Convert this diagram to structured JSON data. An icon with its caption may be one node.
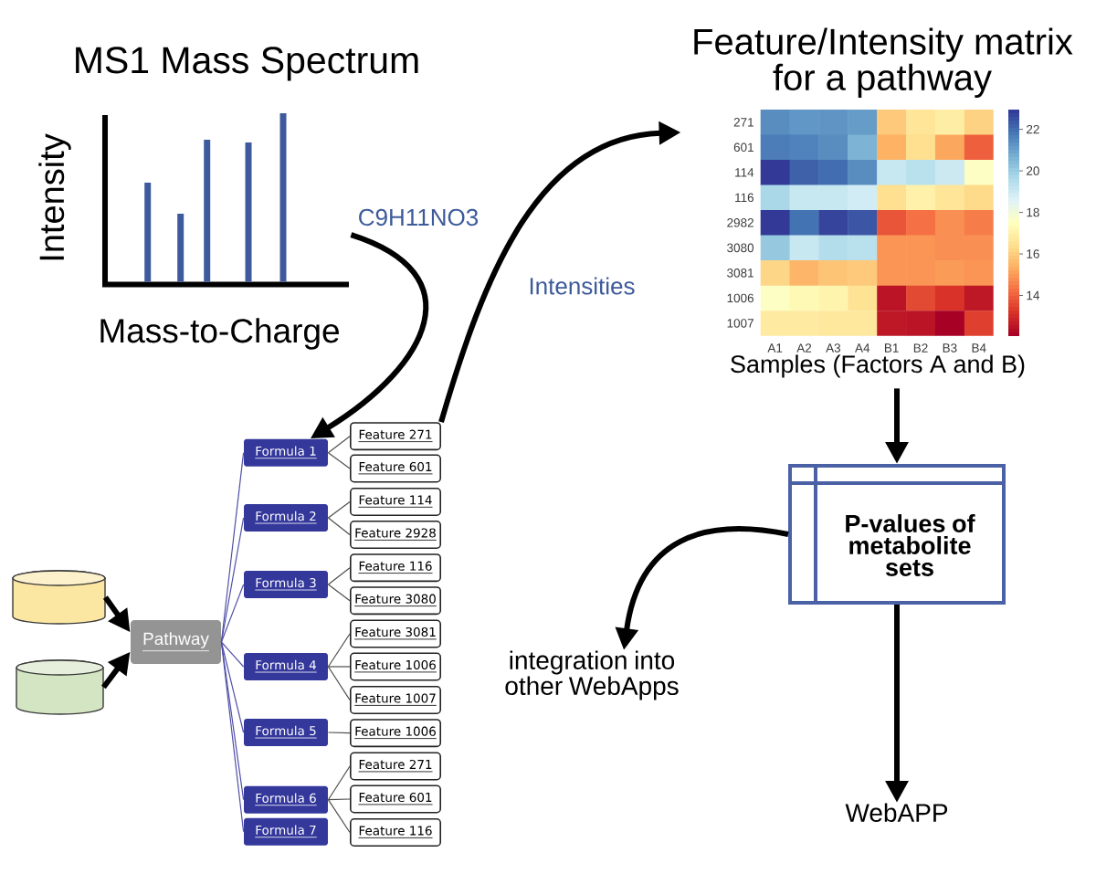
{
  "diagram": {
    "nodes": [
      {
        "text": [
          "MS1 Mass Spectrum",
          "Intensity",
          "Mass-to-Charge"
        ]
      },
      {
        "text": [
          "Feature/Intensity matrix for a pathway",
          "Samples (Factors A and B)"
        ]
      },
      {
        "text": [
          "P-values of metabolite sets"
        ]
      },
      {
        "text": [],
        "shape": "cylinder"
      },
      {
        "text": [],
        "shape": "cylinder"
      },
      {
        "text": [
          "Pathway"
        ]
      },
      {
        "text": [
          "Formula 1"
        ]
      },
      {
        "text": [
          "Formula 2"
        ]
      },
      {
        "text": [
          "Formula 3"
        ]
      },
      {
        "text": [
          "Formula 4"
        ]
      },
      {
        "text": [
          "Formula 5"
        ]
      },
      {
        "text": [
          "Formula 6"
        ]
      },
      {
        "text": [
          "Formula 7"
        ]
      },
      {
        "text": [
          "Feature 271"
        ]
      },
      {
        "text": [
          "Feature 601"
        ]
      },
      {
        "text": [
          "Feature 114"
        ]
      },
      {
        "text": [
          "Feature 2928"
        ]
      },
      {
        "text": [
          "Feature 116"
        ]
      },
      {
        "text": [
          "Feature 3080"
        ]
      },
      {
        "text": [
          "Feature 3081"
        ]
      },
      {
        "text": [
          "Feature 1006"
        ]
      },
      {
        "text": [
          "Feature 1007"
        ]
      },
      {
        "text": [
          "Feature 1006"
        ]
      },
      {
        "text": [
          "Feature 271"
        ]
      },
      {
        "text": [
          "Feature 601"
        ]
      },
      {
        "text": [
          "Feature 116"
        ]
      },
      {
        "text": [
          "integration into other WebApps"
        ]
      },
      {
        "text": [
          "WebAPP"
        ]
      }
    ],
    "edges": [
      {
        "from": 0,
        "to": 6,
        "arrow": "to",
        "label": "C9H11NO3",
        "style": "thick",
        "color": "#000000"
      },
      {
        "from": 13,
        "to": 1,
        "arrow": "to",
        "label": "Intensities",
        "style": "thick",
        "color": "#000000"
      },
      {
        "from": 1,
        "to": 2,
        "arrow": "to",
        "style": "thick",
        "color": "#000000"
      },
      {
        "from": 2,
        "to": 26,
        "arrow": "to",
        "style": "thick",
        "color": "#000000"
      },
      {
        "from": 2,
        "to": 27,
        "arrow": "to",
        "style": "thick",
        "color": "#000000"
      },
      {
        "from": 3,
        "to": 5,
        "arrow": "to",
        "style": "thick",
        "color": "#000000"
      },
      {
        "from": 4,
        "to": 5,
        "arrow": "to",
        "style": "thick",
        "color": "#000000"
      },
      {
        "from": 5,
        "to": 6,
        "arrow": "none",
        "color": "#5050a8"
      },
      {
        "from": 5,
        "to": 7,
        "arrow": "none",
        "color": "#5050a8"
      },
      {
        "from": 5,
        "to": 8,
        "arrow": "none",
        "color": "#5050a8"
      },
      {
        "from": 5,
        "to": 9,
        "arrow": "none",
        "color": "#5050a8"
      },
      {
        "from": 5,
        "to": 10,
        "arrow": "none",
        "color": "#5050a8"
      },
      {
        "from": 5,
        "to": 11,
        "arrow": "none",
        "color": "#5050a8"
      },
      {
        "from": 5,
        "to": 12,
        "arrow": "none",
        "color": "#5050a8"
      },
      {
        "from": 6,
        "to": 13,
        "arrow": "none"
      },
      {
        "from": 6,
        "to": 14,
        "arrow": "none"
      },
      {
        "from": 7,
        "to": 15,
        "arrow": "none"
      },
      {
        "from": 7,
        "to": 16,
        "arrow": "none"
      },
      {
        "from": 8,
        "to": 17,
        "arrow": "none"
      },
      {
        "from": 8,
        "to": 18,
        "arrow": "none"
      },
      {
        "from": 9,
        "to": 19,
        "arrow": "none"
      },
      {
        "from": 9,
        "to": 20,
        "arrow": "none"
      },
      {
        "from": 9,
        "to": 21,
        "arrow": "none"
      },
      {
        "from": 10,
        "to": 22,
        "arrow": "none"
      },
      {
        "from": 11,
        "to": 23,
        "arrow": "none"
      },
      {
        "from": 11,
        "to": 24,
        "arrow": "none"
      },
      {
        "from": 11,
        "to": 25,
        "arrow": "none"
      }
    ],
    "labels": [
      "271",
      "601",
      "114",
      "116",
      "2982",
      "3080",
      "3081",
      "1006",
      "1007",
      "22",
      "20",
      "18",
      "16",
      "14",
      "A1",
      "A2",
      "A3",
      "A4",
      "B1",
      "B2",
      "B3",
      "B4"
    ]
  }
}
